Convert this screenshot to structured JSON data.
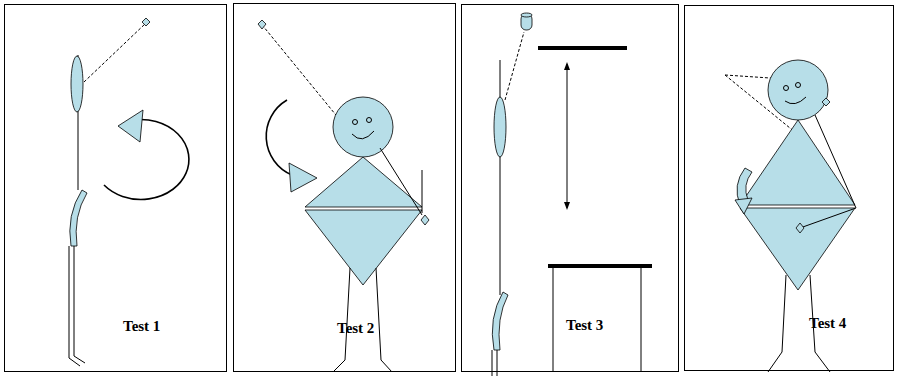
{
  "diagram": {
    "nodes": [
      {
        "text": [
          "Test 1"
        ]
      },
      {
        "text": [
          "Test 2"
        ]
      },
      {
        "text": [
          "Test 3"
        ]
      },
      {
        "text": [
          "Test 4"
        ]
      }
    ]
  }
}
